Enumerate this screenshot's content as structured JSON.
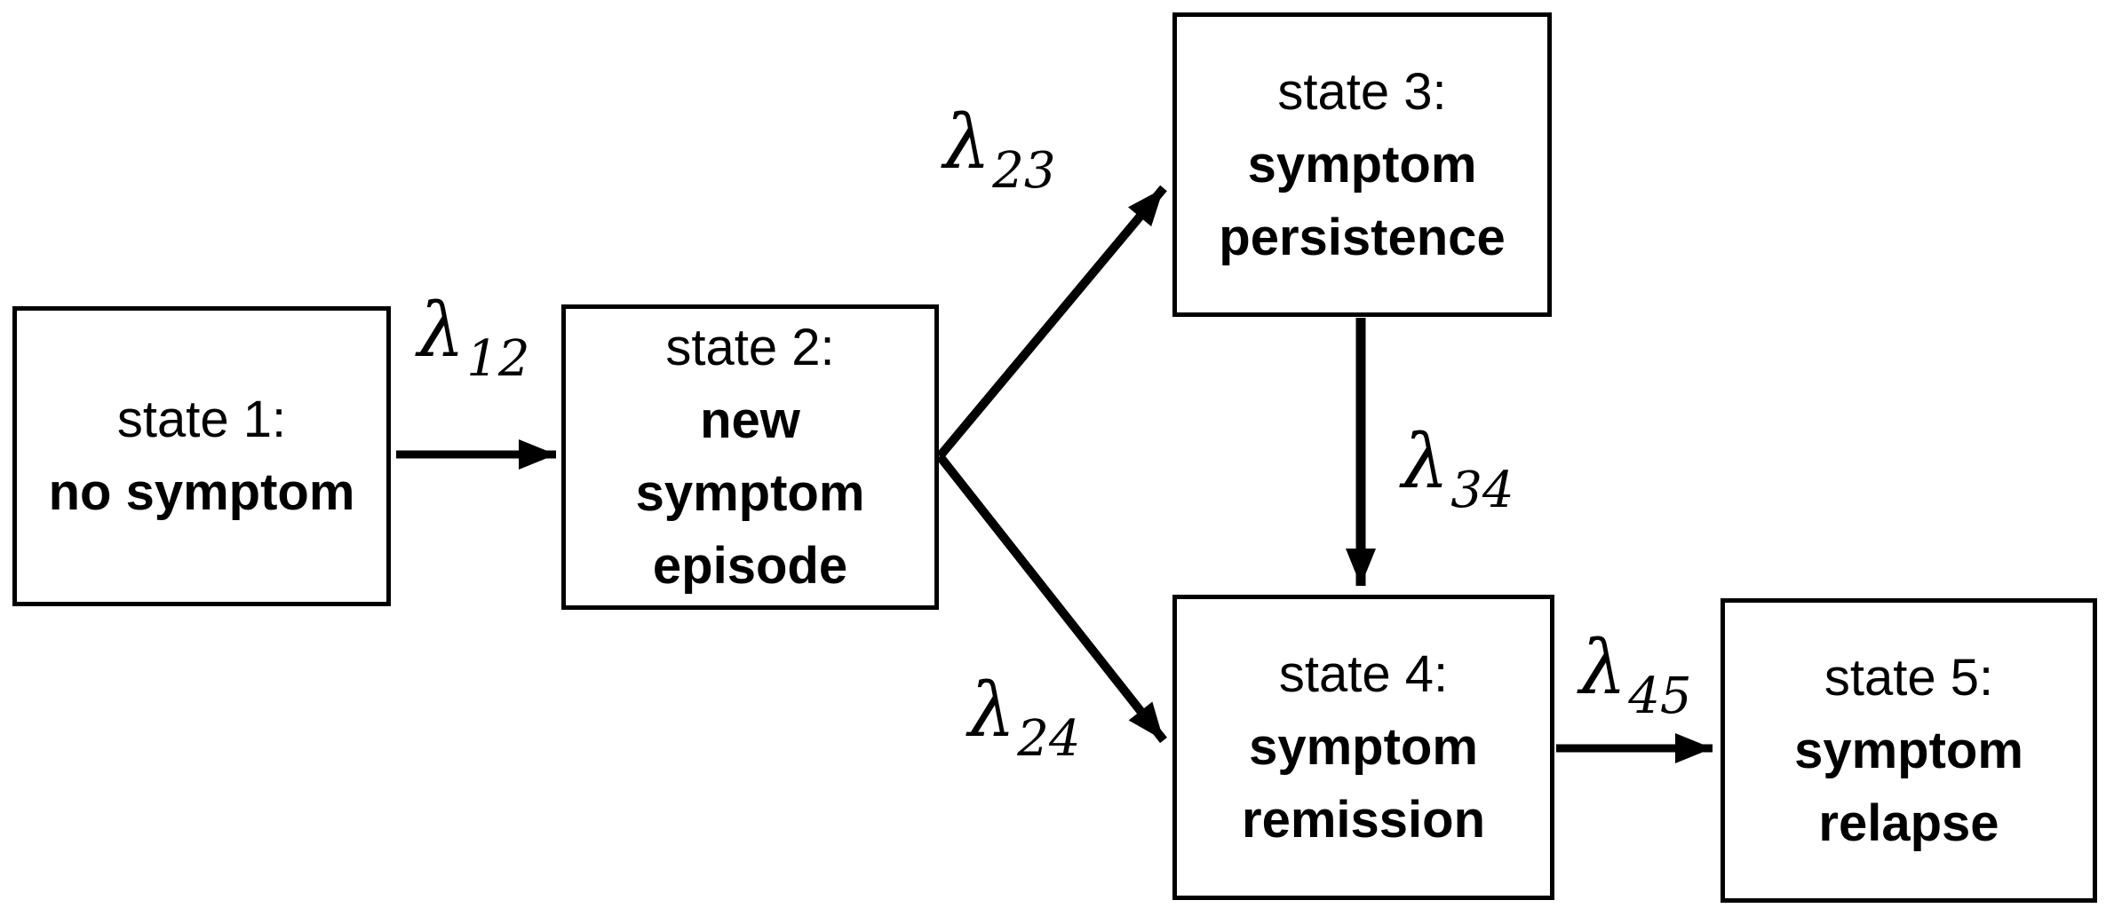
{
  "figure": {
    "kind": "state-transition-diagram",
    "background_color": "#ffffff",
    "ink_color": "#000000"
  },
  "states": [
    {
      "id": 1,
      "title": "state 1:",
      "name": "no symptom"
    },
    {
      "id": 2,
      "title": "state 2:",
      "name": "new\nsymptom\nepisode"
    },
    {
      "id": 3,
      "title": "state 3:",
      "name": "symptom\npersistence"
    },
    {
      "id": 4,
      "title": "state 4:",
      "name": "symptom\nremission"
    },
    {
      "id": 5,
      "title": "state 5:",
      "name": "symptom\nrelapse"
    }
  ],
  "transitions": [
    {
      "from": 1,
      "to": 2,
      "symbol": "λ",
      "subscript": "12"
    },
    {
      "from": 2,
      "to": 3,
      "symbol": "λ",
      "subscript": "23"
    },
    {
      "from": 2,
      "to": 4,
      "symbol": "λ",
      "subscript": "24"
    },
    {
      "from": 3,
      "to": 4,
      "symbol": "λ",
      "subscript": "34"
    },
    {
      "from": 4,
      "to": 5,
      "symbol": "λ",
      "subscript": "45"
    }
  ]
}
